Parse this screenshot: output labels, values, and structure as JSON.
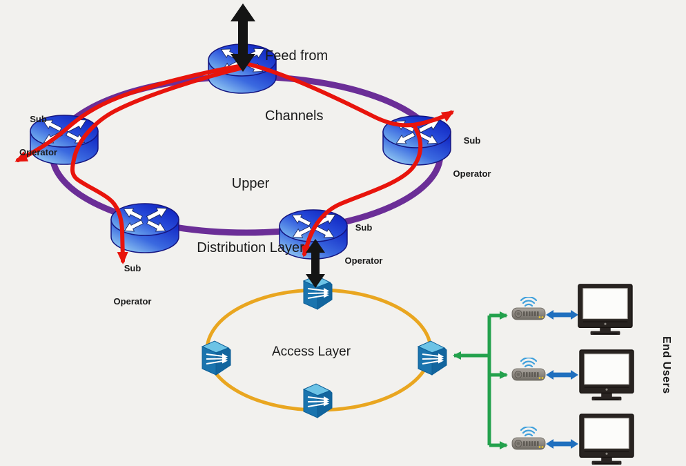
{
  "diagram": {
    "feed_label": {
      "line1": "Feed from",
      "line2": "Channels"
    },
    "upper_layer": {
      "label_line1": "Upper",
      "label_line2": "Distribution Layer",
      "ring_color": "#6b2e97",
      "router_count": 5,
      "routers": [
        {
          "id": "feed-router",
          "label": ""
        },
        {
          "id": "router-west",
          "label": "Sub Operator"
        },
        {
          "id": "router-east",
          "label": "Sub Operator"
        },
        {
          "id": "router-southwest",
          "label": "Sub Operator"
        },
        {
          "id": "router-south",
          "label": "Sub Operator"
        }
      ]
    },
    "sub_label": {
      "line1": "Sub",
      "line2": "Operator"
    },
    "access_layer": {
      "label": "Access Layer",
      "ring_color": "#e9a620",
      "switch_count": 4
    },
    "end_users": {
      "label": "End Users",
      "group_count": 3,
      "devices_per_group": [
        "set-top-box",
        "tv"
      ]
    },
    "colors": {
      "background": "#f2f1ee",
      "flow_red": "#e8140c",
      "link_green": "#23a14c",
      "link_blue": "#1f6fbe",
      "arrow_black": "#141414",
      "router_blue_dark": "#0a1cc0",
      "router_blue_light": "#aee8f8",
      "switch_blue": "#1a74ae",
      "stb_gray": "#8a857e",
      "wifi_blue": "#3fa0dc",
      "text": "#1a1a1a"
    }
  }
}
